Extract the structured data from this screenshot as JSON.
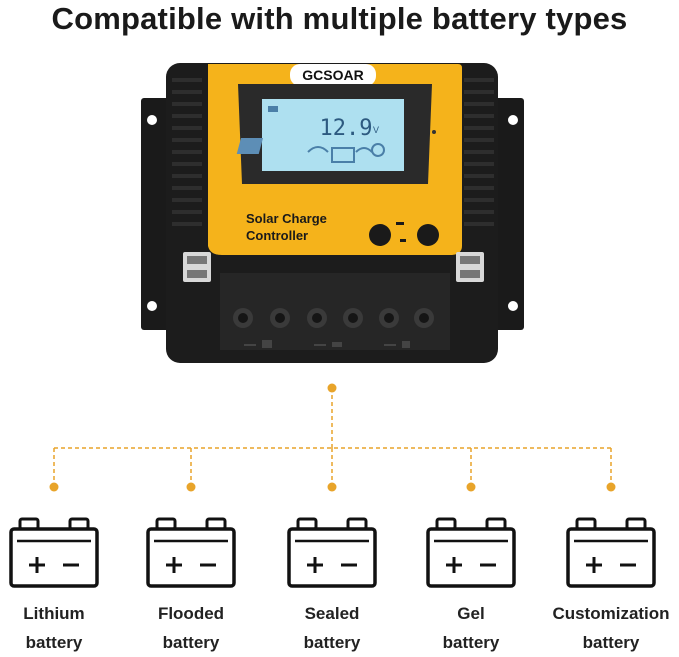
{
  "headline": "Compatible with multiple battery types",
  "device": {
    "brand": "GCSOAR",
    "screen_reading": "12.9",
    "screen_unit": "V",
    "label_line1": "Solar Charge",
    "label_line2": "Controller"
  },
  "colors": {
    "accent": "#f5b31b",
    "connector": "#e8a42a",
    "body": "#1c1c1c",
    "screen": "#aee0f0"
  },
  "batteries": [
    {
      "line1": "Lithium",
      "line2": "battery",
      "icon": "battery-icon"
    },
    {
      "line1": "Flooded",
      "line2": "battery",
      "icon": "battery-icon"
    },
    {
      "line1": "Sealed",
      "line2": "battery",
      "icon": "battery-icon"
    },
    {
      "line1": "Gel",
      "line2": "battery",
      "icon": "battery-icon"
    },
    {
      "line1": "Customization",
      "line2": "battery",
      "icon": "battery-icon"
    }
  ]
}
